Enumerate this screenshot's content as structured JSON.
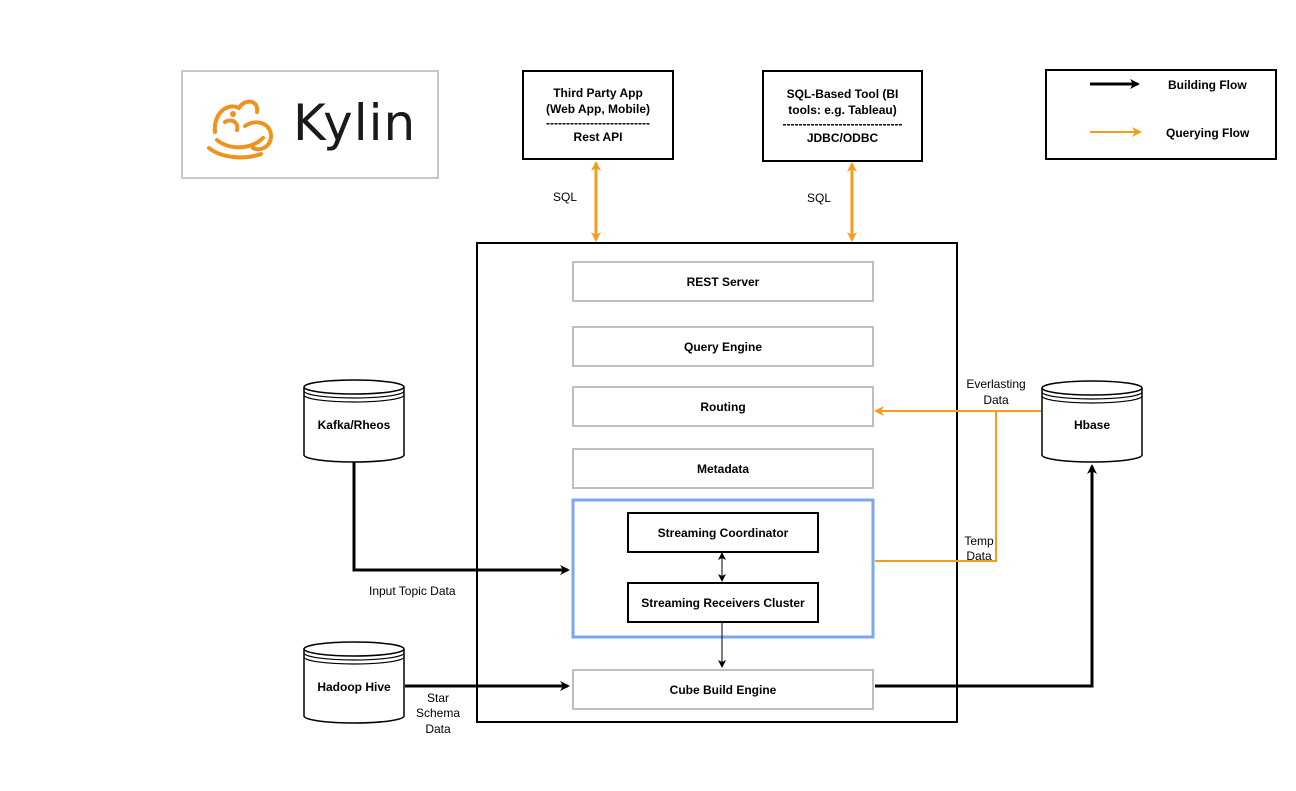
{
  "logo": {
    "text": "Kylin",
    "brand_color": "#f0921e"
  },
  "clients": [
    {
      "line1": "Third Party App",
      "line2": "(Web App, Mobile)",
      "divider": "--------------------------",
      "api": "Rest API"
    },
    {
      "line1": "SQL-Based Tool (BI",
      "line2": "tools: e.g. Tableau)",
      "divider": "------------------------------",
      "api": "JDBC/ODBC"
    }
  ],
  "legend": {
    "building": "Building Flow",
    "querying": "Querying Flow"
  },
  "components": {
    "rest_server": "REST Server",
    "query_engine": "Query Engine",
    "routing": "Routing",
    "metadata": "Metadata",
    "streaming_coordinator": "Streaming Coordinator",
    "streaming_receivers": "Streaming Receivers Cluster",
    "cube_build_engine": "Cube Build Engine"
  },
  "sources": {
    "kafka": "Kafka/Rheos",
    "hive": "Hadoop Hive",
    "hbase": "Hbase"
  },
  "labels": {
    "sql_left": "SQL",
    "sql_right": "SQL",
    "everlasting": "Everlasting",
    "everlasting_data": "Data",
    "temp": "Temp",
    "temp_data": "Data",
    "input_topic": "Input Topic Data",
    "star": "Star",
    "schema": "Schema",
    "star_data": "Data"
  },
  "colors": {
    "building_flow": "#000000",
    "querying_flow": "#f59c1a",
    "streaming_border": "#7aa7f0",
    "component_border": "#bfbfbf"
  }
}
